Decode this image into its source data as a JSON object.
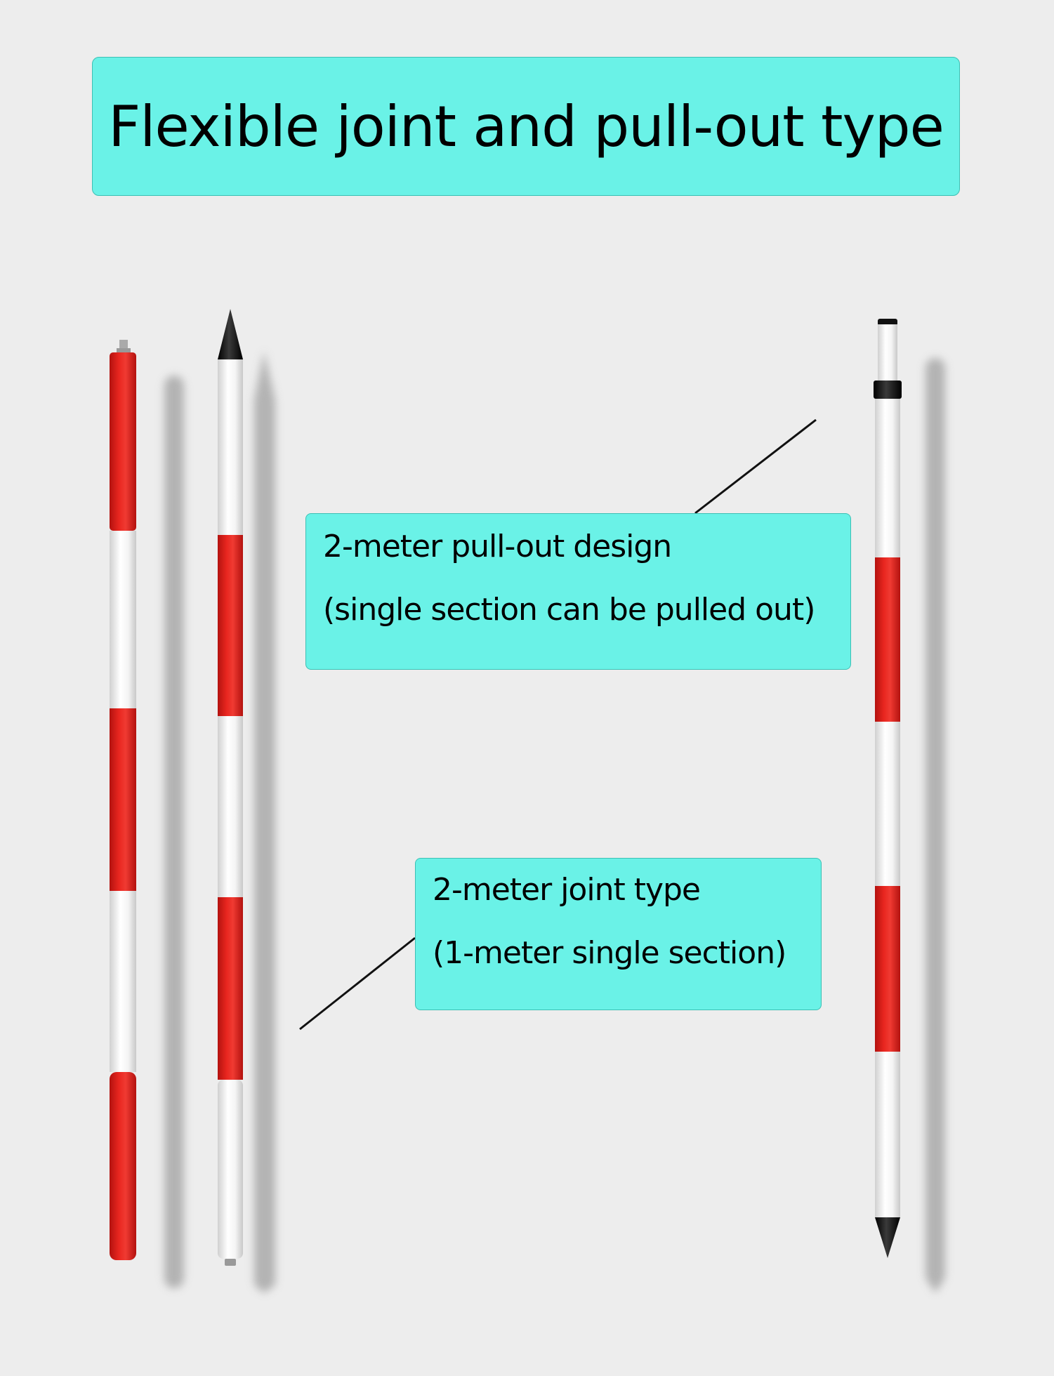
{
  "banner": {
    "title": "Flexible joint and pull-out type"
  },
  "callouts": {
    "pull_out": {
      "line1": "2-meter pull-out design",
      "line2": "(single section can be pulled out)"
    },
    "joint": {
      "line1": "2-meter joint type",
      "line2": "(1-meter single section)"
    }
  },
  "colors": {
    "background": "#ededed",
    "label_fill": "#6af2e7",
    "pole_red": "#e0201b",
    "pole_white": "#f7f7f7",
    "tip_black": "#111111"
  }
}
